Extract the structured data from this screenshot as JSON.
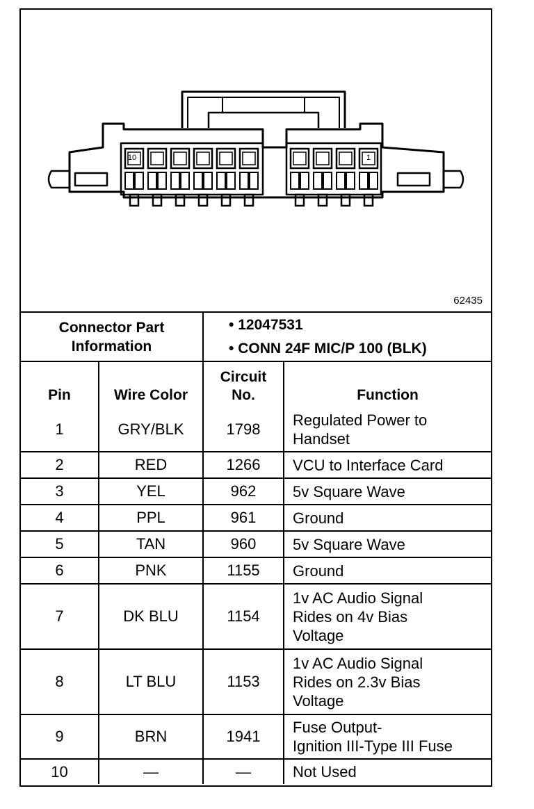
{
  "diagram": {
    "figure_number": "62435",
    "pin_labels": {
      "left": "10",
      "right": "1"
    }
  },
  "connector_info": {
    "label": "Connector Part Information",
    "part_number": "12047531",
    "description": "CONN 24F MIC/P 100 (BLK)",
    "bullet": "•"
  },
  "table": {
    "headers": {
      "pin": "Pin",
      "wire_color": "Wire Color",
      "circuit_no": "Circuit No.",
      "function": "Function"
    },
    "rows": [
      {
        "pin": "1",
        "wire_color": "GRY/BLK",
        "circuit": "1798",
        "function": "Regulated Power to\nHandset"
      },
      {
        "pin": "2",
        "wire_color": "RED",
        "circuit": "1266",
        "function": "VCU to Interface Card"
      },
      {
        "pin": "3",
        "wire_color": "YEL",
        "circuit": "962",
        "function": "5v Square Wave"
      },
      {
        "pin": "4",
        "wire_color": "PPL",
        "circuit": "961",
        "function": "Ground"
      },
      {
        "pin": "5",
        "wire_color": "TAN",
        "circuit": "960",
        "function": "5v Square Wave"
      },
      {
        "pin": "6",
        "wire_color": "PNK",
        "circuit": "1155",
        "function": "Ground"
      },
      {
        "pin": "7",
        "wire_color": "DK BLU",
        "circuit": "1154",
        "function": "1v AC Audio Signal\nRides on 4v Bias\nVoltage"
      },
      {
        "pin": "8",
        "wire_color": "LT BLU",
        "circuit": "1153",
        "function": "1v AC Audio Signal\nRides on 2.3v Bias\nVoltage"
      },
      {
        "pin": "9",
        "wire_color": "BRN",
        "circuit": "1941",
        "function": "Fuse Output-\nIgnition III-Type III Fuse"
      },
      {
        "pin": "10",
        "wire_color": "—",
        "circuit": "—",
        "function": "Not Used"
      }
    ]
  }
}
